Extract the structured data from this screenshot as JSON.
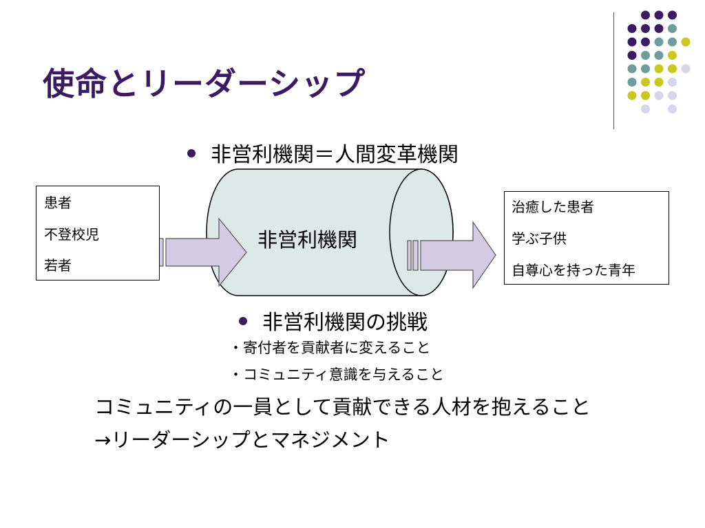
{
  "slide": {
    "title": "使命とリーダーシップ",
    "bullet1": "非営利機関＝人間変革機関",
    "bullet2": "非営利機関の挑戦",
    "sub_items": [
      "・寄付者を貢献者に変えること",
      "・コミュニティ意識を与えること"
    ],
    "conclusion_lines": [
      "コミュニティの一員として貢献できる人材を抱えること",
      "→リーダーシップとマネジメント"
    ]
  },
  "diagram": {
    "input_items": [
      "患者",
      "不登校児",
      "若者"
    ],
    "center_label": "非営利機関",
    "output_items": [
      "治癒した患者",
      "学ぶ子供",
      "自尊心を持った青年"
    ]
  },
  "colors": {
    "title": "#3b1a63",
    "purple": "#3b1a63",
    "teal": "#6f9c9c",
    "yellow": "#c8c81e",
    "lavender": "#d6d6ea",
    "cylinder": "#dde9e7",
    "arrow": "#d4cce4"
  }
}
